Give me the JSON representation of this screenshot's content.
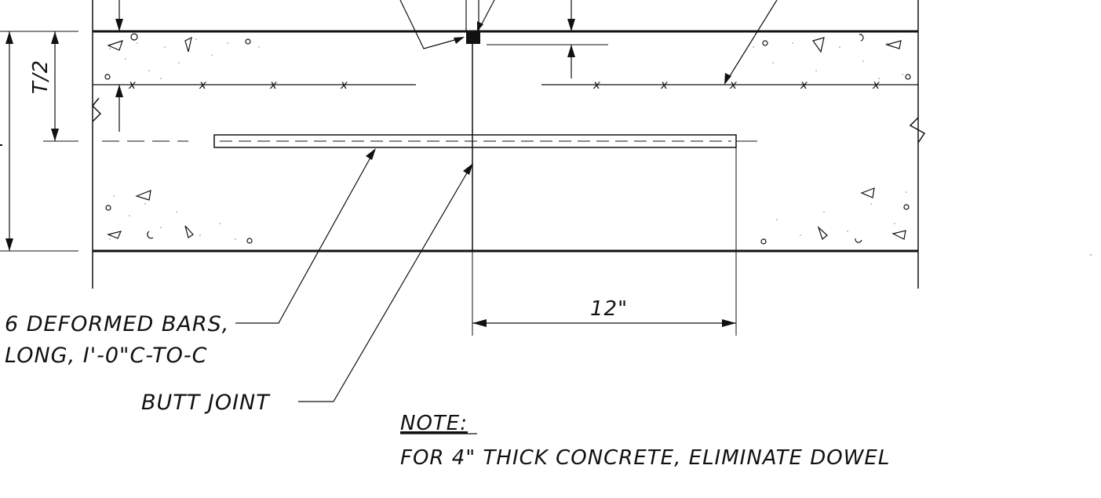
{
  "labels": {
    "t_half": "T/2",
    "dim_12": "12\"",
    "bars_line1": "6 DEFORMED BARS,",
    "bars_line2": "LONG, I'-0\"C-TO-C",
    "butt_joint": "BUTT JOINT",
    "note_title": "NOTE:",
    "note_body": "FOR 4\" THICK CONCRETE, ELIMINATE DOWEL"
  },
  "colors": {
    "ink": "#111111",
    "background": "#ffffff",
    "stipple": "#8a8a8a"
  }
}
